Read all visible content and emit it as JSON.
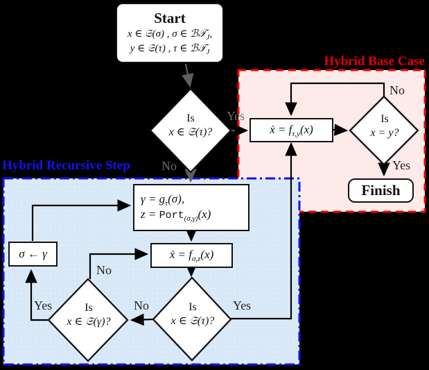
{
  "regions": {
    "base_case": {
      "title": "Hybrid Base Case",
      "color": "#e30000",
      "fill": "#fcebe9",
      "border": "#ff0000"
    },
    "recursive_step": {
      "title": "Hybrid Recursive Step",
      "color": "#1212ee",
      "fill": "#d9e8f7",
      "border": "#1212ee"
    }
  },
  "nodes": {
    "start": {
      "title": "Start",
      "line1": {
        "pre": "x ∈ 𝔖(σ) , σ ∈ ℬ𝒯",
        "sub": "J",
        "post": ","
      },
      "line2": {
        "pre": "y ∈ 𝔖(τ) , τ ∈ ℬ𝒯",
        "sub": "J",
        "post": ""
      }
    },
    "decision_top": {
      "line1": "Is",
      "line2": "x ∈ 𝔖(τ)?"
    },
    "flow_tau_y": {
      "pre": "ẋ = f",
      "sub": "τ,y",
      "post": "(x)"
    },
    "decision_xy": {
      "line1": "Is",
      "line2": "x = y?"
    },
    "finish": {
      "label": "Finish"
    },
    "gamma_update": {
      "l1pre": "γ = g",
      "l1sub": "τ",
      "l1post": "(σ),",
      "l2pre": "z = ",
      "l2mono": "Port",
      "l2sub": "(σ,γ)",
      "l2post": "(x)"
    },
    "flow_sigma_z": {
      "pre": "ẋ = f",
      "sub": "σ,z",
      "post": "(x)"
    },
    "sigma_update": {
      "label": "σ ← γ"
    },
    "decision_gamma": {
      "line1": "Is",
      "line2": "x ∈ 𝔖(γ)?"
    },
    "decision_tau_bottom": {
      "line1": "Is",
      "line2": "x ∈ 𝔖(τ)?"
    }
  },
  "edge_labels": {
    "top_yes": "Yes",
    "top_no": "No",
    "xy_no": "No",
    "xy_yes": "Yes",
    "tau_bottom_yes": "Yes",
    "tau_bottom_no": "No",
    "gamma_no": "No",
    "gamma_yes": "Yes"
  }
}
